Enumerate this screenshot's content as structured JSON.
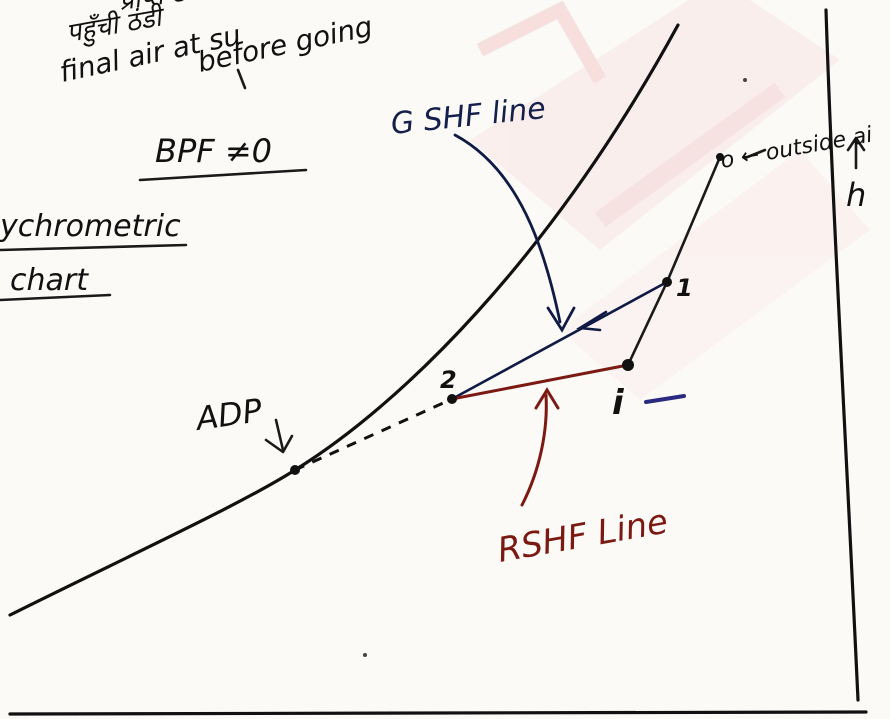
{
  "header_notes": {
    "line1": "प्राप्त ठंडी हवा",
    "line2": "पहुँची ठंडी",
    "line3": "final air at su",
    "line4": "before going"
  },
  "bpf_label": "BPF ≠0",
  "chart_label": {
    "line1": "ychrometric",
    "line2": "chart"
  },
  "labels": {
    "gshf": "G SHF line",
    "rshf": "RSHF Line",
    "adp": "ADP",
    "outside_air": "o ← outside ai",
    "point1": "1",
    "point2": "2",
    "point_i": "i",
    "right_note": "h"
  },
  "colors": {
    "ink": "#111111",
    "navy": "#141f4a",
    "rshf": "#7a1a12",
    "watermark": "#f2c9c9"
  }
}
